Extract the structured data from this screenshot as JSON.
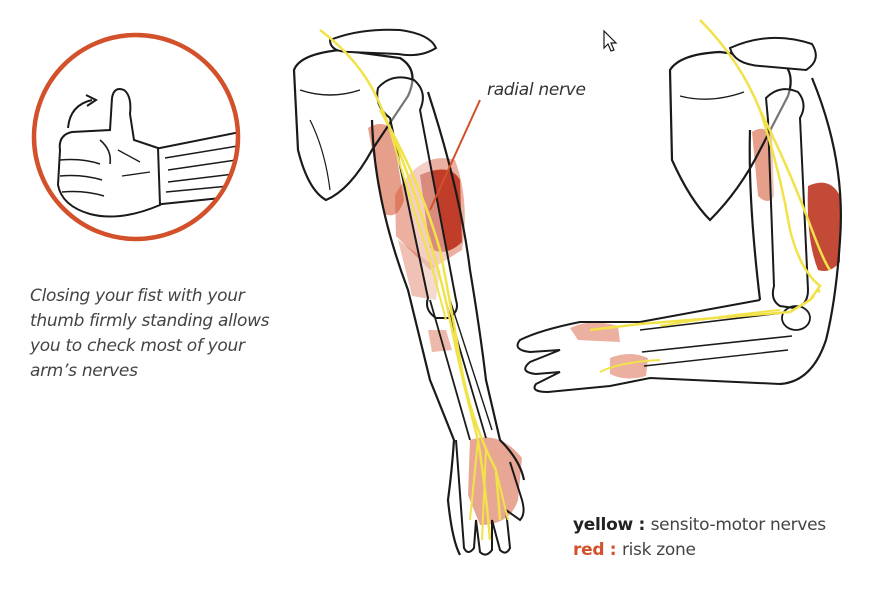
{
  "caption": {
    "line1": "Closing your fist with your",
    "line2": "thumb firmly standing allows",
    "line3": "you to check most of your",
    "line4": "arm’s nerves"
  },
  "labels": {
    "radial_nerve": "radial nerve"
  },
  "legend": {
    "yellow_key": "yellow",
    "yellow_sep": " : ",
    "yellow_text": "sensito-motor nerves",
    "red_key": "red",
    "red_sep": " : ",
    "red_text": "risk zone"
  },
  "colors": {
    "nerve_yellow": "#f2e24a",
    "risk_red": "#d2502a",
    "risk_dark": "#b82a14",
    "circle_border": "#d2502a",
    "outline": "#1a1a1a"
  },
  "icons": {
    "cursor": "mouse-pointer-icon",
    "thumb_arrow": "curved-arrow-icon"
  }
}
